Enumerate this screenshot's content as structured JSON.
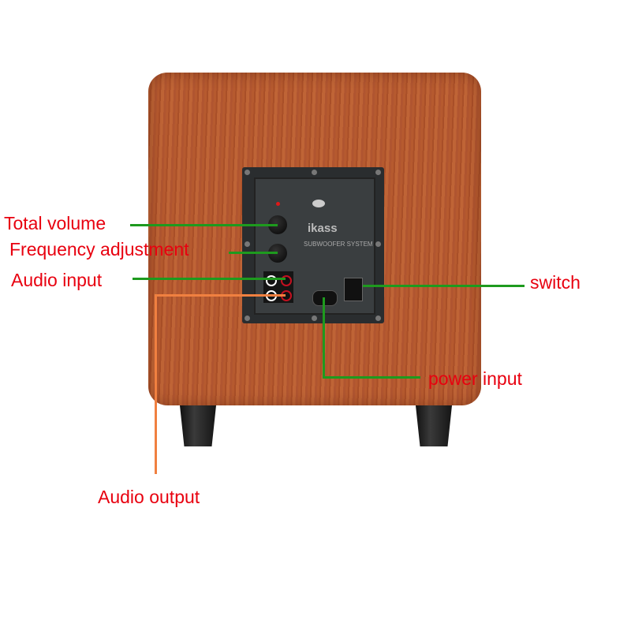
{
  "panel": {
    "brand": "ikass",
    "subtitle": "SUBWOOFER SYSTEM"
  },
  "labels": {
    "total_volume": "Total volume",
    "frequency": "Frequency adjustment",
    "audio_input": "Audio input",
    "audio_output": "Audio output",
    "switch": "switch",
    "power_input": "power input"
  },
  "colors": {
    "label_text": "#e8000f",
    "input_lines": "#1e9a1e",
    "output_line": "#f08040",
    "cabinet": "#b65a2f"
  }
}
